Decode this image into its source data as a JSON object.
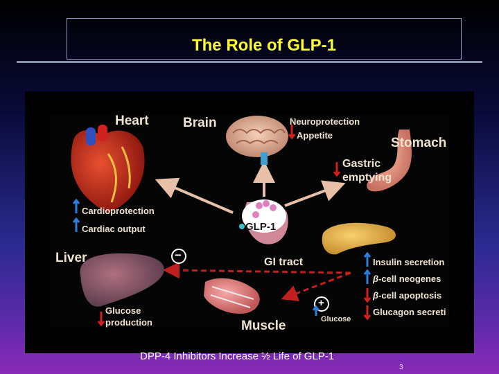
{
  "slide": {
    "title": "The Role of GLP-1",
    "caption": "DPP-4 Inhibitors Increase ½ Life of GLP-1",
    "page_number": "3"
  },
  "diagram": {
    "center_label": "GLP-1",
    "organs": {
      "heart": "Heart",
      "brain": "Brain",
      "stomach": "Stomach",
      "liver": "Liver",
      "gi_tract": "GI tract",
      "muscle": "Muscle"
    },
    "effects": {
      "neuroprotection": "Neuroprotection",
      "appetite": "Appetite",
      "gastric_1": "Gastric",
      "gastric_2": "emptying",
      "cardioprotection": "Cardioprotection",
      "cardiac_output": "Cardiac output",
      "insulin_secretion": "Insulin secretion",
      "beta_neogenes": "-cell neogenes",
      "beta_apoptosis": "-cell apoptosis",
      "glucagon": "Glucagon secreti",
      "glucose_prod_1": "Glucose",
      "glucose_prod_2": "production",
      "glucose_uptake": "Glucose",
      "beta_symbol": "β",
      "minus_sign": "−",
      "plus_sign": "+"
    },
    "colors": {
      "arrow_up": "#2a7fe0",
      "arrow_down": "#d02020",
      "label_text": "#f1e4cf",
      "connector_arrow": "#e8c0a8",
      "dashed_arrow": "#c02020"
    }
  }
}
